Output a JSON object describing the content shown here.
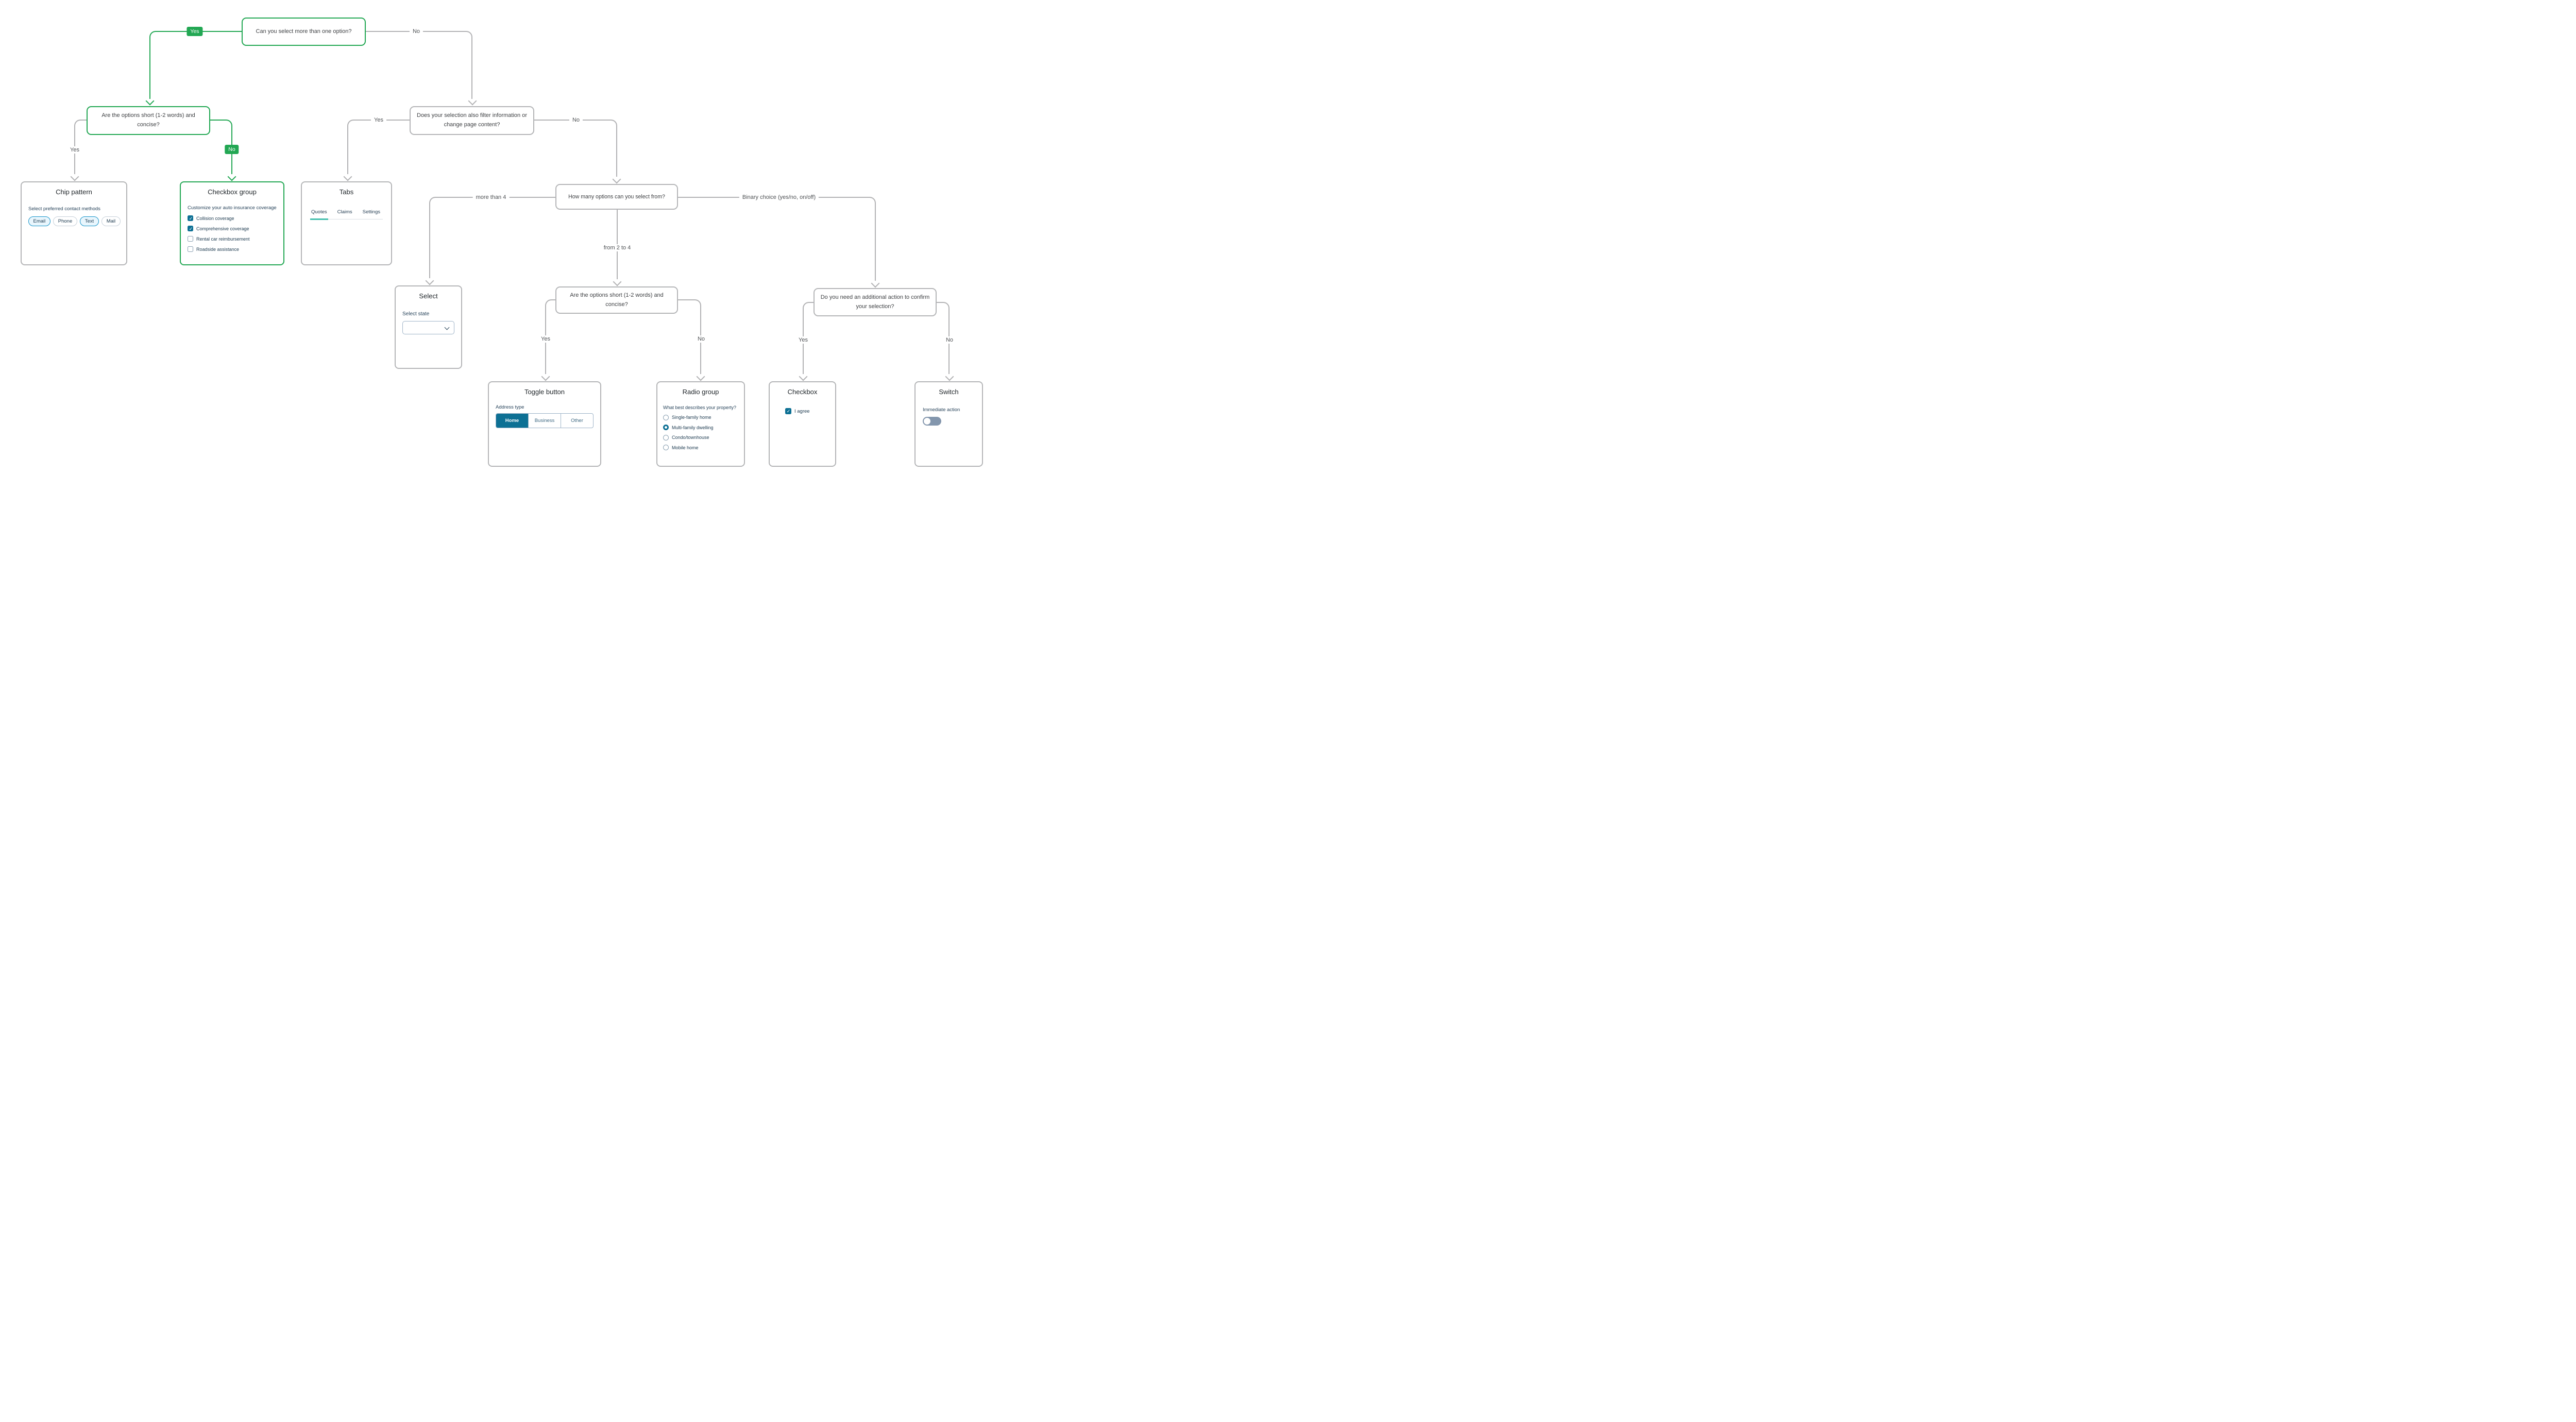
{
  "colors": {
    "flow_green": "#22a753",
    "flow_gray": "#b2b2b4",
    "accent_teal": "#0d7094",
    "chip_blue_border": "#1292c8",
    "chip_blue_bg": "#e9f6fd",
    "tab_underline_teal": "#45bfae",
    "switch_track_off": "#8396ad"
  },
  "decisions": {
    "multi_select": "Can you select more than one option?",
    "short_options_left": "Are the options short (1-2 words) and concise?",
    "filters_content": "Does your selection also filter information or change page content?",
    "how_many": "How many options can you select from?",
    "short_options_mid": "Are the options short (1-2 words) and concise?",
    "confirm_action": "Do you need an additional action to confirm your selection?"
  },
  "edge_labels": {
    "yes": "Yes",
    "no": "No",
    "more_than_4": "more than 4",
    "from_2_to_4": "from 2 to 4",
    "binary": "Binary choice (yes/no, on/off)"
  },
  "cards": {
    "chip_pattern": {
      "title": "Chip pattern",
      "label": "Select preferred contact methods",
      "chips": [
        {
          "label": "Email",
          "selected": true
        },
        {
          "label": "Phone",
          "selected": false
        },
        {
          "label": "Text",
          "selected": true
        },
        {
          "label": "Mail",
          "selected": false
        }
      ]
    },
    "checkbox_group": {
      "title": "Checkbox group",
      "label": "Customize your auto insurance coverage",
      "options": [
        {
          "label": "Collision coverage",
          "checked": true
        },
        {
          "label": "Comprehensive coverage",
          "checked": true
        },
        {
          "label": "Rental car reimbursement",
          "checked": false
        },
        {
          "label": "Roadside assistance",
          "checked": false
        }
      ]
    },
    "tabs": {
      "title": "Tabs",
      "items": [
        {
          "label": "Quotes",
          "active": true
        },
        {
          "label": "Claims",
          "active": false
        },
        {
          "label": "Settings",
          "active": false
        }
      ]
    },
    "select": {
      "title": "Select",
      "label": "Select state",
      "value": ""
    },
    "toggle_button": {
      "title": "Toggle button",
      "label": "Address type",
      "segments": [
        {
          "label": "Home",
          "active": true
        },
        {
          "label": "Business",
          "active": false
        },
        {
          "label": "Other",
          "active": false
        }
      ]
    },
    "radio_group": {
      "title": "Radio group",
      "label": "What best describes your property?",
      "options": [
        {
          "label": "Single-family home",
          "selected": false
        },
        {
          "label": "Multi-family dwelling",
          "selected": true
        },
        {
          "label": "Condo/townhouse",
          "selected": false
        },
        {
          "label": "Mobile home",
          "selected": false
        }
      ]
    },
    "checkbox": {
      "title": "Checkbox",
      "label": "I agree",
      "checked": true
    },
    "switch": {
      "title": "Switch",
      "label": "Immediate action",
      "on": false
    }
  }
}
